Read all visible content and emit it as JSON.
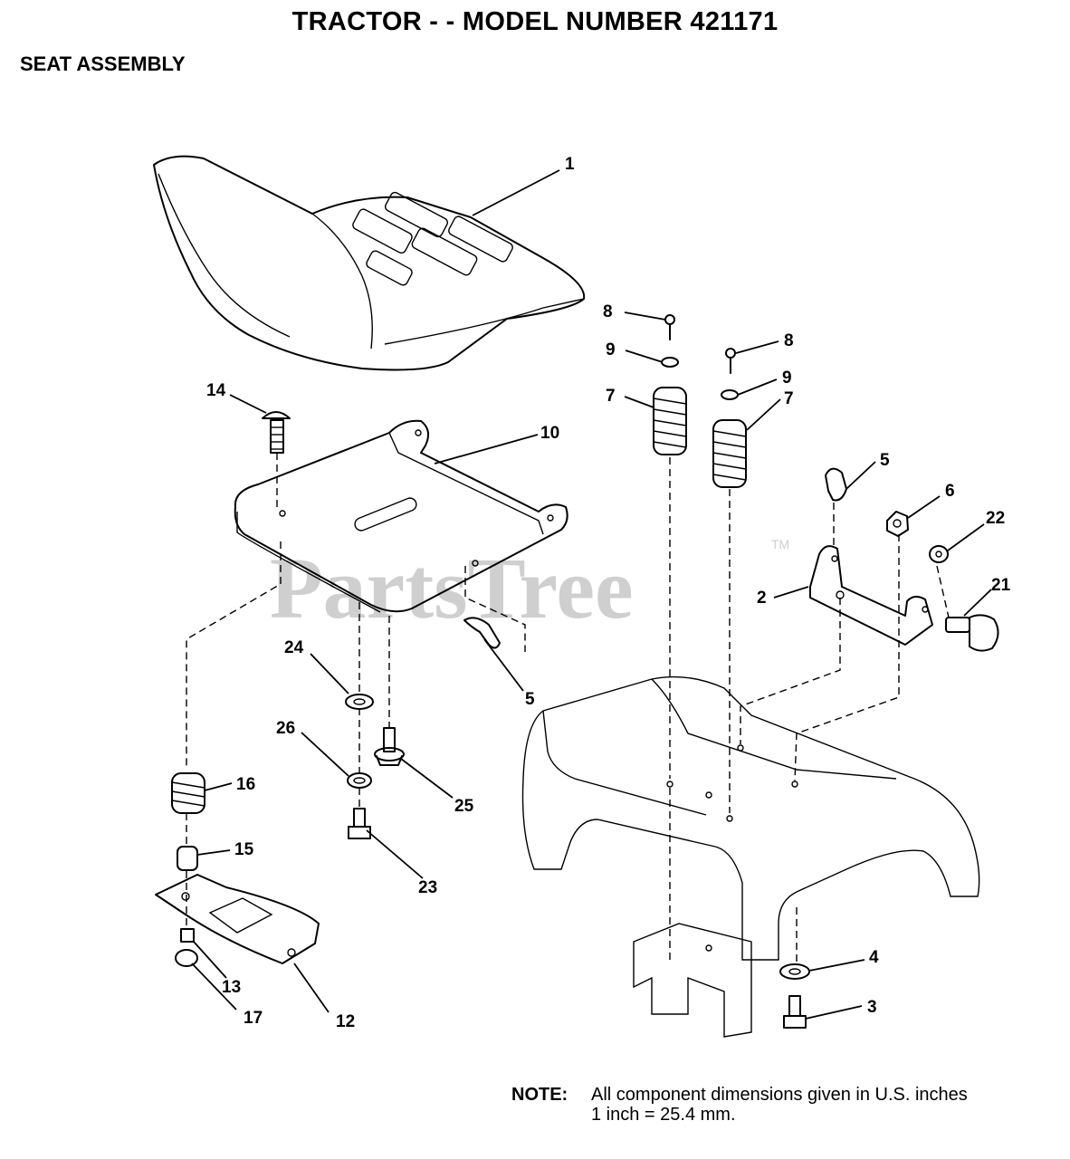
{
  "header": {
    "title": "TRACTOR - - MODEL NUMBER 421171",
    "subtitle": "SEAT ASSEMBLY"
  },
  "watermark": {
    "text": "PartsTree",
    "tm": "TM"
  },
  "callouts": [
    {
      "number": "1"
    },
    {
      "number": "8"
    },
    {
      "number": "9"
    },
    {
      "number": "7"
    },
    {
      "number": "8"
    },
    {
      "number": "9"
    },
    {
      "number": "7"
    },
    {
      "number": "14"
    },
    {
      "number": "10"
    },
    {
      "number": "5"
    },
    {
      "number": "6"
    },
    {
      "number": "22"
    },
    {
      "number": "2"
    },
    {
      "number": "21"
    },
    {
      "number": "24"
    },
    {
      "number": "5"
    },
    {
      "number": "26"
    },
    {
      "number": "25"
    },
    {
      "number": "16"
    },
    {
      "number": "15"
    },
    {
      "number": "23"
    },
    {
      "number": "13"
    },
    {
      "number": "17"
    },
    {
      "number": "12"
    },
    {
      "number": "4"
    },
    {
      "number": "3"
    }
  ],
  "note": {
    "label": "NOTE:",
    "line1": "All component dimensions given in U.S. inches",
    "line2": "1 inch = 25.4 mm."
  }
}
